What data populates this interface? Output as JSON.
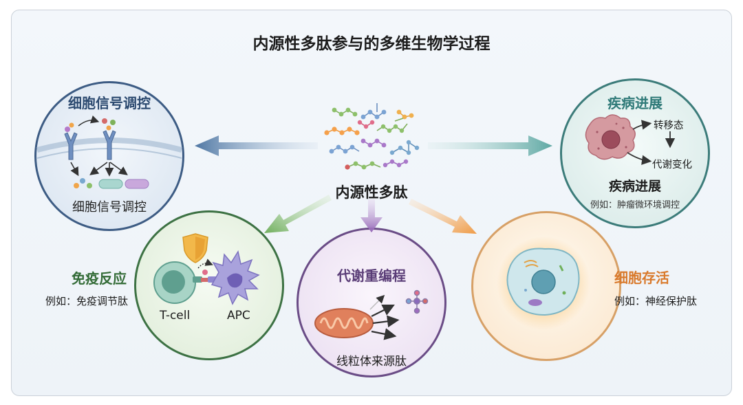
{
  "title": "内源性多肽参与的多维生物学过程",
  "center": {
    "label": "内源性多肽"
  },
  "signaling": {
    "heading": "细胞信号调控",
    "caption": "细胞信号调控"
  },
  "disease": {
    "heading": "疾病进展",
    "metastasis": "转移态",
    "metabolic_change": "代谢变化",
    "subheading": "疾病进展",
    "example": "例如：肿瘤微环境调控"
  },
  "immune": {
    "heading": "免疫反应",
    "example": "例如：免疫调节肽",
    "tcell": "T-cell",
    "apc": "APC"
  },
  "metabolism": {
    "heading": "代谢重编程",
    "caption": "线粒体来源肽"
  },
  "survival": {
    "heading": "细胞存活",
    "example": "例如：神经保护肽"
  },
  "colors": {
    "signaling": "#3d5c84",
    "disease": "#3c7c7a",
    "immune": "#3d7244",
    "metabolism": "#6a4c86",
    "survival": "#e08a3c"
  }
}
